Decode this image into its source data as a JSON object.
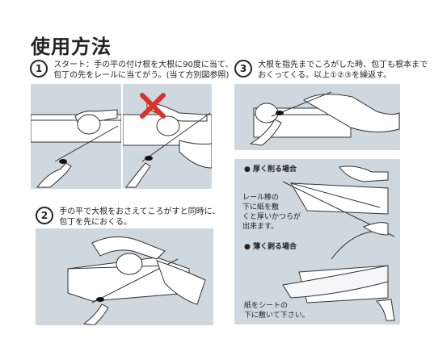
{
  "title": "使用方法",
  "steps": [
    {
      "num": "1",
      "lines": [
        "スタート：手の平の付け根を大根に90度に当て、",
        "包丁の先をレールに当てがう。(当て方別図参照)"
      ]
    },
    {
      "num": "2",
      "lines": [
        "手の平で大根をおさえてころがすと同時に、",
        "包丁を先におくる。"
      ]
    },
    {
      "num": "3",
      "lines": [
        "大根を指先までころがした時、包丁も根本まで",
        "おくってくる。以上①②③を繰返す。"
      ]
    }
  ],
  "right_panel": {
    "thick_heading": "● 厚く削る場合",
    "rail_note": [
      "レール棒の",
      "下に紙を敷",
      "くと厚いかつらが",
      "出来ます。"
    ],
    "thin_heading": "● 薄く剥る場合",
    "sheet_note": [
      "紙をシートの",
      "下に敷いて下さい。"
    ]
  },
  "icons": {
    "x_mark": "x-icon"
  },
  "colors": {
    "panel_bg": "#cfd7df",
    "x_red": "#d8322a"
  }
}
